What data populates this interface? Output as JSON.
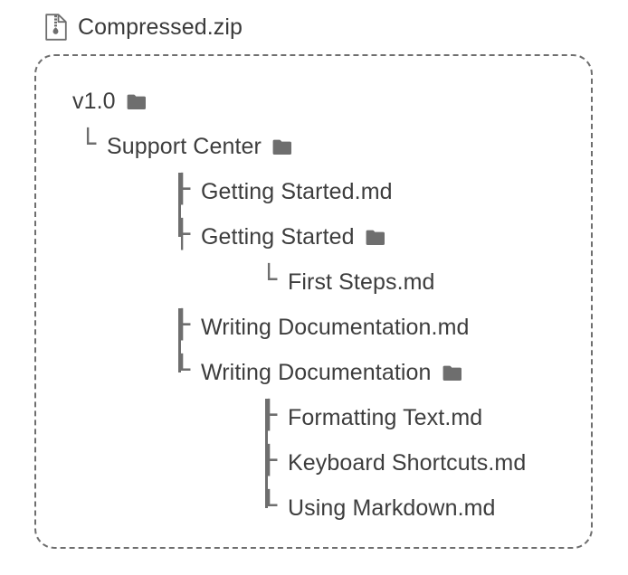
{
  "archive": {
    "icon": "zip-file-icon",
    "title": "Compressed.zip"
  },
  "colors": {
    "text": "#3d3d3d",
    "title_text": "#3a3a3a",
    "connector": "#6e6e6e",
    "folder": "#6e6e6e",
    "border": "#6e6e6e",
    "background": "#ffffff"
  },
  "tree": {
    "nodes": [
      {
        "label": "v1.0",
        "connector": "",
        "type": "folder",
        "depth": 0,
        "icon": "folder-icon"
      },
      {
        "label": "Support Center",
        "connector": "└",
        "type": "folder",
        "depth": 1,
        "icon": "folder-icon"
      },
      {
        "label": "Getting Started.md",
        "connector": "├",
        "type": "file",
        "depth": 2,
        "icon": ""
      },
      {
        "label": "Getting Started",
        "connector": "├",
        "type": "folder",
        "depth": 2,
        "icon": "folder-icon"
      },
      {
        "label": "First Steps.md",
        "connector": "└",
        "type": "file",
        "depth": 3,
        "icon": ""
      },
      {
        "label": "Writing Documentation.md",
        "connector": "├",
        "type": "file",
        "depth": 2,
        "icon": ""
      },
      {
        "label": "Writing Documentation",
        "connector": "└",
        "type": "folder",
        "depth": 2,
        "icon": "folder-icon"
      },
      {
        "label": "Formatting Text.md",
        "connector": "├",
        "type": "file",
        "depth": 3,
        "icon": ""
      },
      {
        "label": "Keyboard Shortcuts.md",
        "connector": "├",
        "type": "file",
        "depth": 3,
        "icon": ""
      },
      {
        "label": "Using Markdown.md",
        "connector": "└",
        "type": "file",
        "depth": 3,
        "icon": ""
      }
    ]
  }
}
